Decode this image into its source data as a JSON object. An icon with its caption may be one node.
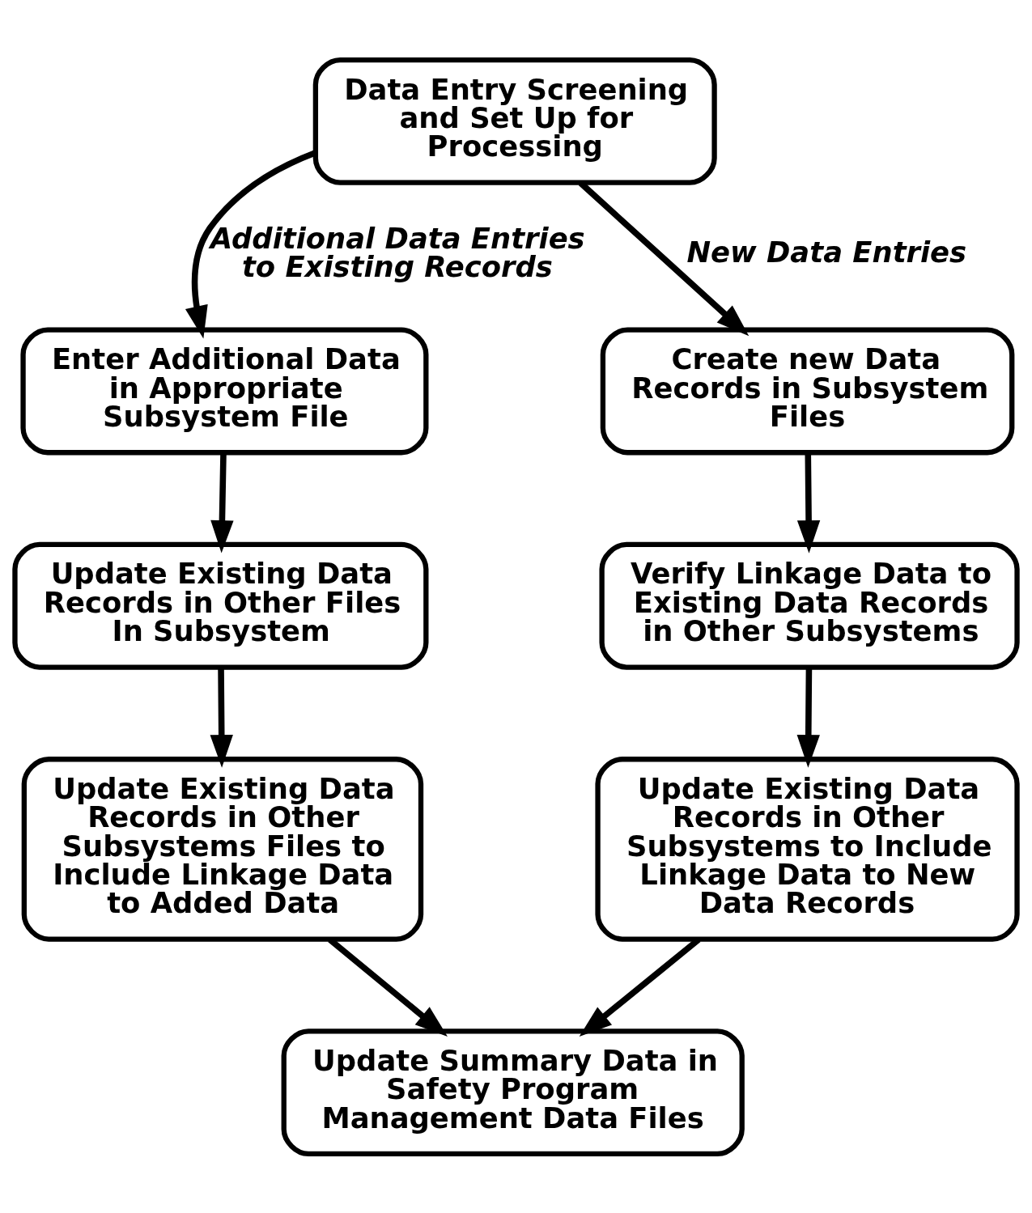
{
  "diagram": {
    "nodes": [
      {
        "text": [
          "Data Entry Screening and Set Up for Processing"
        ]
      },
      {
        "text": [
          "Enter Additional Data in Appropriate Subsystem File"
        ]
      },
      {
        "text": [
          "Update Existing Data Records in Other Files In Subsystem"
        ]
      },
      {
        "text": [
          "Update Existing Data Records in Other Subsystems Files to Include Linkage Data to Added Data"
        ]
      },
      {
        "text": [
          "Create new Data Records in Subsystem Files"
        ]
      },
      {
        "text": [
          "Verify Linkage Data to Existing Data Records in Other Subsystems"
        ]
      },
      {
        "text": [
          "Update Existing Data Records in Other Subsystems to Include Linkage Data to New Data Records"
        ]
      },
      {
        "text": [
          "Update Summary Data in Safety Program Management Data Files"
        ]
      }
    ],
    "edges": [
      {
        "from": 0,
        "to": 1,
        "arrow": "to",
        "label": "Additional Data Entries to Existing Records"
      },
      {
        "from": 0,
        "to": 4,
        "arrow": "to",
        "label": "New Data Entries"
      },
      {
        "from": 1,
        "to": 2,
        "arrow": "to"
      },
      {
        "from": 2,
        "to": 3,
        "arrow": "to"
      },
      {
        "from": 4,
        "to": 5,
        "arrow": "to"
      },
      {
        "from": 5,
        "to": 6,
        "arrow": "to"
      },
      {
        "from": 3,
        "to": 7,
        "arrow": "to"
      },
      {
        "from": 6,
        "to": 7,
        "arrow": "to"
      }
    ]
  }
}
